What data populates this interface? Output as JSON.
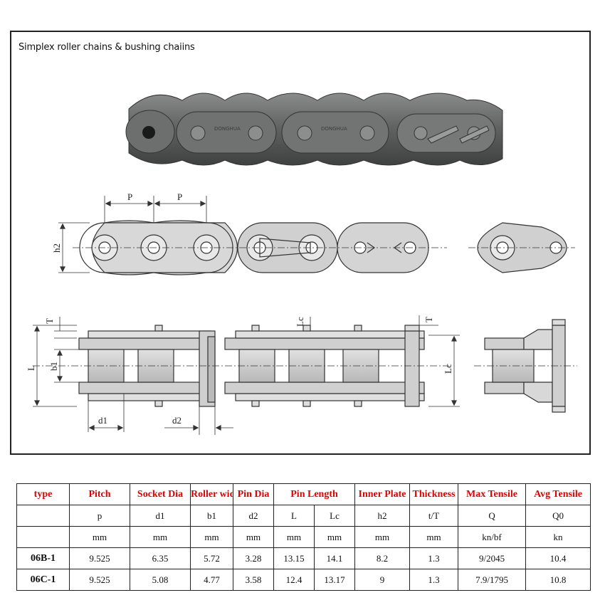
{
  "figure": {
    "title": "Simplex roller chains & bushing chaiins",
    "labels": {
      "pitch_1": "P",
      "pitch_2": "P",
      "h2": "h2",
      "T_1": "T",
      "Lc_1": "Lc",
      "T_2": "T",
      "L": "L",
      "b1": "b1",
      "d1": "d1",
      "d2": "d2",
      "Lc_2": "Lc"
    },
    "plate_stamp": "DONGHUA"
  },
  "table": {
    "headers": [
      "type",
      "Pitch",
      "Socket Dia",
      "Roller width",
      "Pin Dia",
      "Pin Length",
      "",
      "Inner Plate",
      "Thickness",
      "Max Tensile",
      "Avg Tensile"
    ],
    "symbols": [
      "",
      "p",
      "d1",
      "b1",
      "d2",
      "L",
      "Lc",
      "h2",
      "t/T",
      "Q",
      "Q0"
    ],
    "units": [
      "",
      "mm",
      "mm",
      "mm",
      "mm",
      "mm",
      "mm",
      "mm",
      "mm",
      "kn/bf",
      "kn"
    ],
    "rows": [
      [
        "06B-1",
        "9.525",
        "6.35",
        "5.72",
        "3.28",
        "13.15",
        "14.1",
        "8.2",
        "1.3",
        "9/2045",
        "10.4"
      ],
      [
        "06C-1",
        "9.525",
        "5.08",
        "4.77",
        "3.58",
        "12.4",
        "13.17",
        "9",
        "1.3",
        "7.9/1795",
        "10.8"
      ]
    ]
  },
  "colors": {
    "header_text": "#e00000",
    "chain_metal": "#6a6c6b",
    "diagram_fill": "#c8c8c8"
  }
}
